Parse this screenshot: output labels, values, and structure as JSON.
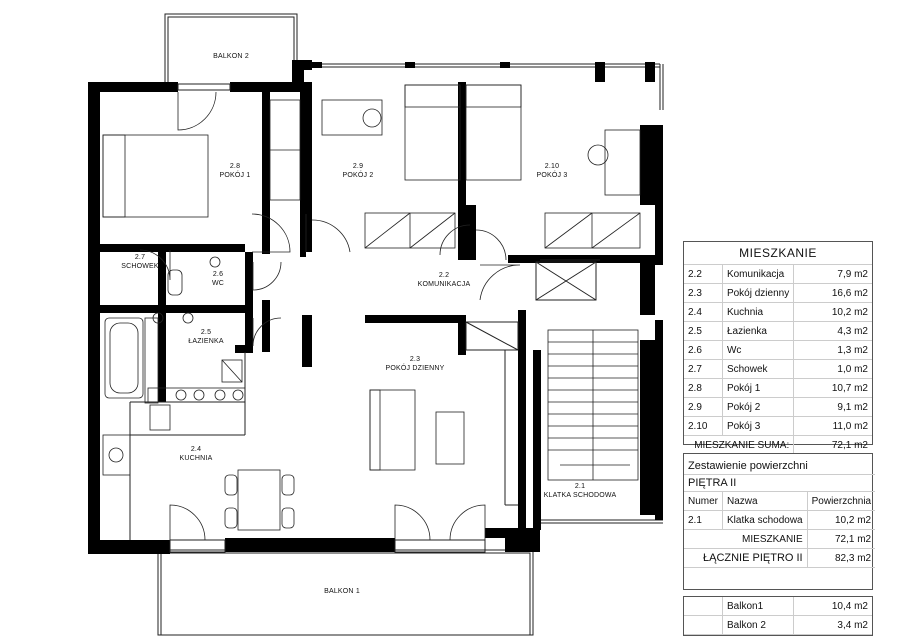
{
  "rooms": {
    "balkon2": "BALKON 2",
    "pokoj1_num": "2.8",
    "pokoj1": "POKÓJ 1",
    "pokoj2_num": "2.9",
    "pokoj2": "POKÓJ 2",
    "pokoj3_num": "2.10",
    "pokoj3": "POKÓJ 3",
    "schowek_num": "2.7",
    "schowek": "SCHOWEK",
    "wc_num": "2.6",
    "wc": "WC",
    "lazienka_num": "2.5",
    "lazienka": "ŁAZIENKA",
    "komunikacja_num": "2.2",
    "komunikacja": "KOMUNIKACJA",
    "dzienny_num": "2.3",
    "dzienny": "POKÓJ DZIENNY",
    "kuchnia_num": "2.4",
    "kuchnia": "KUCHNIA",
    "klatka_num": "2.1",
    "klatka": "KLATKA SCHODOWA",
    "balkon1": "BALKON 1"
  },
  "mieszkanie": {
    "title": "MIESZKANIE",
    "rows": [
      {
        "num": "2.2",
        "name": "Komunikacja",
        "area": "7,9 m2"
      },
      {
        "num": "2.3",
        "name": "Pokój dzienny",
        "area": "16,6 m2"
      },
      {
        "num": "2.4",
        "name": "Kuchnia",
        "area": "10,2 m2"
      },
      {
        "num": "2.5",
        "name": "Łazienka",
        "area": "4,3 m2"
      },
      {
        "num": "2.6",
        "name": "Wc",
        "area": "1,3 m2"
      },
      {
        "num": "2.7",
        "name": "Schowek",
        "area": "1,0 m2"
      },
      {
        "num": "2.8",
        "name": "Pokój 1",
        "area": "10,7 m2"
      },
      {
        "num": "2.9",
        "name": "Pokój 2",
        "area": "9,1 m2"
      },
      {
        "num": "2.10",
        "name": "Pokój 3",
        "area": "11,0 m2"
      }
    ],
    "sum_label": "MIESZKANIE SUMA:",
    "sum_value": "72,1 m2"
  },
  "zestawienie": {
    "title_line1": "Zestawienie powierzchni",
    "title_line2": "PIĘTRA II",
    "col_num": "Numer",
    "col_name": "Nazwa",
    "col_area": "Powierzchnia",
    "row_num": "2.1",
    "row_name": "Klatka schodowa",
    "row_area": "10,2 m2",
    "mieszkanie_label": "MIESZKANIE",
    "mieszkanie_value": "72,1 m2",
    "total_label": "ŁĄCZNIE PIĘTRO II",
    "total_value": "82,3 m2"
  },
  "balkony": [
    {
      "name": "Balkon1",
      "area": "10,4 m2"
    },
    {
      "name": "Balkon 2",
      "area": "3,4 m2"
    }
  ]
}
